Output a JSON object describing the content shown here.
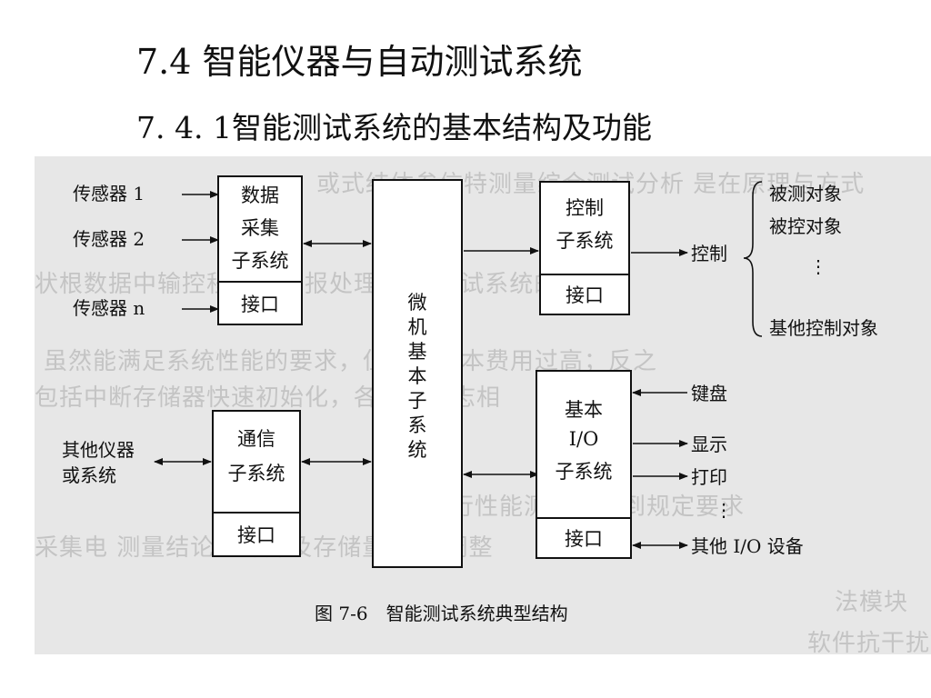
{
  "slide": {
    "title": "7.4 智能仪器与自动测试系统",
    "subtitle": "7. 4. 1智能测试系统的基本结构及功能"
  },
  "diagram": {
    "caption": "图 7-6　智能测试系统典型结构",
    "sensors": [
      "传感器 1",
      "传感器 2",
      "传感器 n"
    ],
    "acquisition": {
      "lines": [
        "数据",
        "采集",
        "子系统"
      ],
      "port": "接口"
    },
    "comm": {
      "lines": [
        "通信",
        "子系统"
      ],
      "port": "接口"
    },
    "other_instruments": [
      "其他仪器",
      "或系统"
    ],
    "micro": [
      "微",
      "机",
      "基",
      "本",
      "子",
      "系",
      "统"
    ],
    "control": {
      "lines": [
        "控制",
        "子系统"
      ],
      "port": "接口"
    },
    "control_label": "控制",
    "controlled_objects": [
      "被测对象",
      "被控对象",
      "⋮",
      "基他控制对象"
    ],
    "io": {
      "lines": [
        "基本",
        "I/O",
        "子系统"
      ],
      "port": "接口"
    },
    "io_devices": [
      "键盘",
      "显示",
      "打印",
      "⋮",
      "其他 I/O 设备"
    ]
  }
}
